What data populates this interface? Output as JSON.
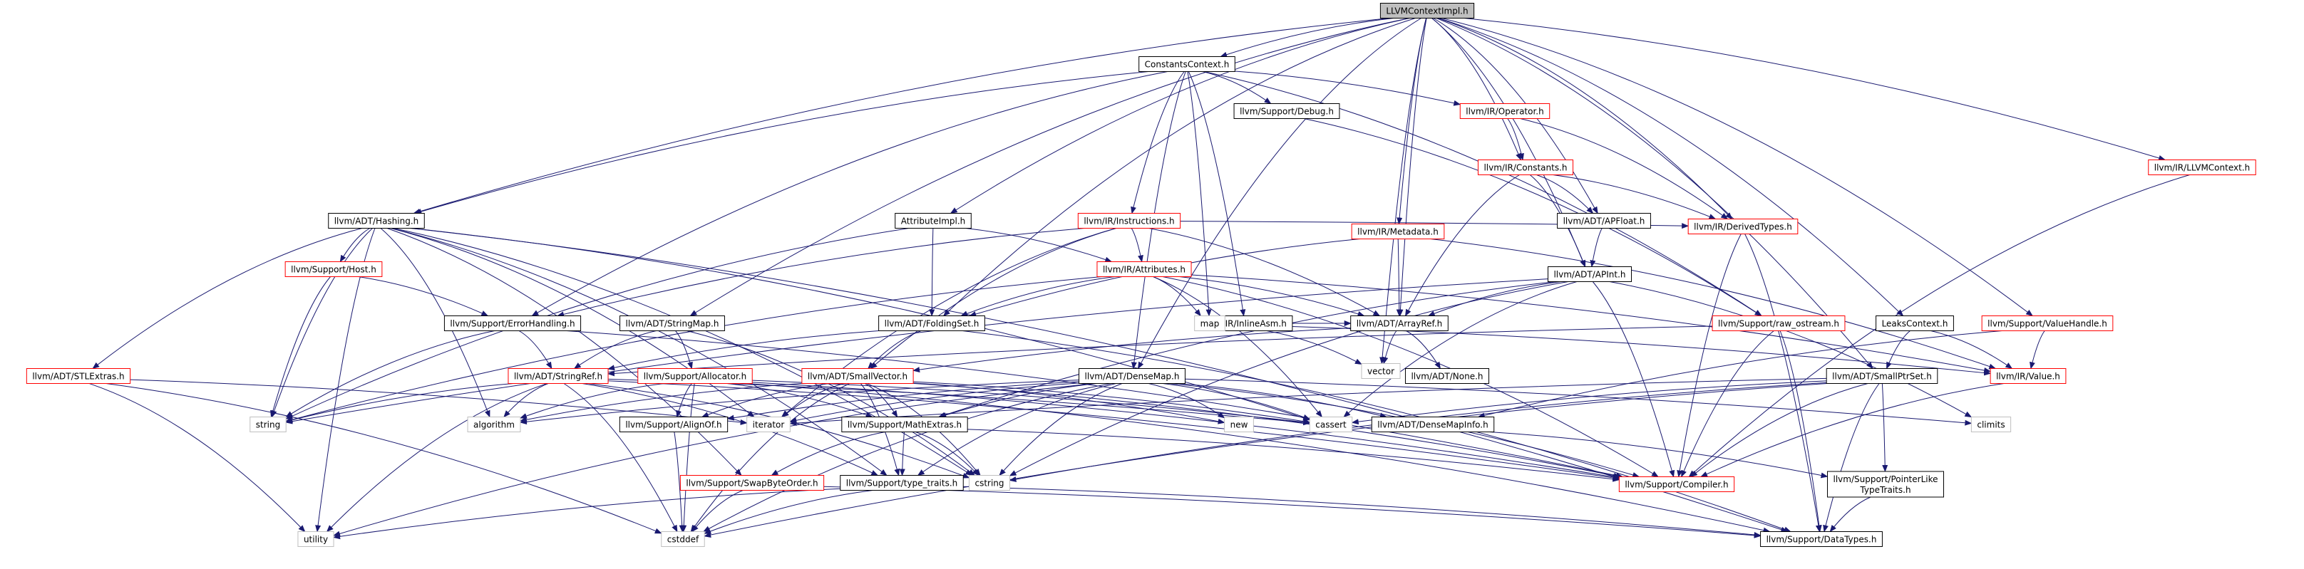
{
  "colors": {
    "edge": "#191970",
    "node_fill": "#ffffff",
    "node_border_normal": "#000000",
    "node_border_link": "#ff0000",
    "node_border_system": "#bfbfbf",
    "root_fill": "#bfbfbf",
    "text": "#000000"
  },
  "nodes": [
    {
      "id": "root",
      "label": "LLVMContextImpl.h",
      "kind": "root"
    },
    {
      "id": "constctx",
      "label": "ConstantsContext.h",
      "kind": "normal"
    },
    {
      "id": "debug",
      "label": "llvm/Support/Debug.h",
      "kind": "normal"
    },
    {
      "id": "operator",
      "label": "llvm/IR/Operator.h",
      "kind": "link"
    },
    {
      "id": "constants",
      "label": "llvm/IR/Constants.h",
      "kind": "link"
    },
    {
      "id": "apfloat",
      "label": "llvm/ADT/APFloat.h",
      "kind": "normal"
    },
    {
      "id": "apint",
      "label": "llvm/ADT/APInt.h",
      "kind": "normal"
    },
    {
      "id": "derived",
      "label": "llvm/IR/DerivedTypes.h",
      "kind": "link"
    },
    {
      "id": "hashing",
      "label": "llvm/ADT/Hashing.h",
      "kind": "normal"
    },
    {
      "id": "attrimpl",
      "label": "AttributeImpl.h",
      "kind": "normal"
    },
    {
      "id": "instructions",
      "label": "llvm/IR/Instructions.h",
      "kind": "link"
    },
    {
      "id": "attributes",
      "label": "llvm/IR/Attributes.h",
      "kind": "link"
    },
    {
      "id": "metadata",
      "label": "llvm/IR/Metadata.h",
      "kind": "link"
    },
    {
      "id": "host",
      "label": "llvm/Support/Host.h",
      "kind": "link"
    },
    {
      "id": "errhandling",
      "label": "llvm/Support/ErrorHandling.h",
      "kind": "normal"
    },
    {
      "id": "stringmap",
      "label": "llvm/ADT/StringMap.h",
      "kind": "normal"
    },
    {
      "id": "foldingset",
      "label": "llvm/ADT/FoldingSet.h",
      "kind": "normal"
    },
    {
      "id": "inlineasm",
      "label": "llvm/IR/InlineAsm.h",
      "kind": "normal"
    },
    {
      "id": "arrayref",
      "label": "llvm/ADT/ArrayRef.h",
      "kind": "normal"
    },
    {
      "id": "rawostream",
      "label": "llvm/Support/raw_ostream.h",
      "kind": "link"
    },
    {
      "id": "leaksctx",
      "label": "LeaksContext.h",
      "kind": "normal"
    },
    {
      "id": "valuehandle",
      "label": "llvm/Support/ValueHandle.h",
      "kind": "link"
    },
    {
      "id": "llvmctx",
      "label": "llvm/IR/LLVMContext.h",
      "kind": "link"
    },
    {
      "id": "stlextras",
      "label": "llvm/ADT/STLExtras.h",
      "kind": "link"
    },
    {
      "id": "stringref",
      "label": "llvm/ADT/StringRef.h",
      "kind": "link"
    },
    {
      "id": "allocator",
      "label": "llvm/Support/Allocator.h",
      "kind": "link"
    },
    {
      "id": "smallvector",
      "label": "llvm/ADT/SmallVector.h",
      "kind": "link"
    },
    {
      "id": "densemap",
      "label": "llvm/ADT/DenseMap.h",
      "kind": "normal"
    },
    {
      "id": "none",
      "label": "llvm/ADT/None.h",
      "kind": "normal"
    },
    {
      "id": "value",
      "label": "llvm/IR/Value.h",
      "kind": "link"
    },
    {
      "id": "smallptrset",
      "label": "llvm/ADT/SmallPtrSet.h",
      "kind": "normal"
    },
    {
      "id": "alignof",
      "label": "llvm/Support/AlignOf.h",
      "kind": "normal"
    },
    {
      "id": "mathextras",
      "label": "llvm/Support/MathExtras.h",
      "kind": "normal"
    },
    {
      "id": "densemapinfo",
      "label": "llvm/ADT/DenseMapInfo.h",
      "kind": "normal"
    },
    {
      "id": "swapbyte",
      "label": "llvm/Support/SwapByteOrder.h",
      "kind": "link"
    },
    {
      "id": "typetraits",
      "label": "llvm/Support/type_traits.h",
      "kind": "normal"
    },
    {
      "id": "compiler",
      "label": "llvm/Support/Compiler.h",
      "kind": "link"
    },
    {
      "id": "pointerlike",
      "label": "llvm/Support/PointerLike\nTypeTraits.h",
      "kind": "normal"
    },
    {
      "id": "datatypes",
      "label": "llvm/Support/DataTypes.h",
      "kind": "normal"
    },
    {
      "id": "map",
      "label": "map",
      "kind": "system"
    },
    {
      "id": "vector",
      "label": "vector",
      "kind": "system"
    },
    {
      "id": "string",
      "label": "string",
      "kind": "system"
    },
    {
      "id": "algorithm",
      "label": "algorithm",
      "kind": "system"
    },
    {
      "id": "iterator",
      "label": "iterator",
      "kind": "system"
    },
    {
      "id": "new",
      "label": "new",
      "kind": "system"
    },
    {
      "id": "cassert",
      "label": "cassert",
      "kind": "system"
    },
    {
      "id": "climits",
      "label": "climits",
      "kind": "system"
    },
    {
      "id": "cstring",
      "label": "cstring",
      "kind": "system"
    },
    {
      "id": "utility",
      "label": "utility",
      "kind": "system"
    },
    {
      "id": "cstddef",
      "label": "cstddef",
      "kind": "system"
    }
  ],
  "edges": [
    [
      "root",
      "constctx"
    ],
    [
      "root",
      "hashing"
    ],
    [
      "root",
      "attrimpl"
    ],
    [
      "root",
      "stringmap"
    ],
    [
      "root",
      "foldingset"
    ],
    [
      "root",
      "densemap"
    ],
    [
      "root",
      "metadata"
    ],
    [
      "root",
      "arrayref"
    ],
    [
      "root",
      "apint"
    ],
    [
      "root",
      "constants"
    ],
    [
      "root",
      "apfloat"
    ],
    [
      "root",
      "derived"
    ],
    [
      "root",
      "smallptrset"
    ],
    [
      "root",
      "leaksctx"
    ],
    [
      "root",
      "valuehandle"
    ],
    [
      "root",
      "llvmctx"
    ],
    [
      "root",
      "vector"
    ],
    [
      "constctx",
      "debug"
    ],
    [
      "constctx",
      "operator"
    ],
    [
      "constctx",
      "instructions"
    ],
    [
      "constctx",
      "inlineasm"
    ],
    [
      "constctx",
      "hashing"
    ],
    [
      "constctx",
      "densemap"
    ],
    [
      "constctx",
      "map"
    ],
    [
      "constctx",
      "rawostream"
    ],
    [
      "constctx",
      "errhandling"
    ],
    [
      "operator",
      "constants"
    ],
    [
      "operator",
      "derived"
    ],
    [
      "constants",
      "apfloat"
    ],
    [
      "constants",
      "apint"
    ],
    [
      "constants",
      "derived"
    ],
    [
      "constants",
      "arrayref"
    ],
    [
      "apfloat",
      "apint"
    ],
    [
      "apint",
      "arrayref"
    ],
    [
      "apint",
      "mathextras"
    ],
    [
      "apint",
      "compiler"
    ],
    [
      "apint",
      "cassert"
    ],
    [
      "apint",
      "climits"
    ],
    [
      "apint",
      "cstring"
    ],
    [
      "apint",
      "string"
    ],
    [
      "derived",
      "compiler"
    ],
    [
      "derived",
      "datatypes"
    ],
    [
      "debug",
      "rawostream"
    ],
    [
      "hashing",
      "host"
    ],
    [
      "hashing",
      "stlextras"
    ],
    [
      "hashing",
      "swapbyte"
    ],
    [
      "hashing",
      "typetraits"
    ],
    [
      "hashing",
      "algorithm"
    ],
    [
      "hashing",
      "cassert"
    ],
    [
      "hashing",
      "cstring"
    ],
    [
      "hashing",
      "iterator"
    ],
    [
      "hashing",
      "utility"
    ],
    [
      "hashing",
      "datatypes"
    ],
    [
      "hashing",
      "string"
    ],
    [
      "attrimpl",
      "attributes"
    ],
    [
      "attrimpl",
      "foldingset"
    ],
    [
      "attrimpl",
      "string"
    ],
    [
      "instructions",
      "attributes"
    ],
    [
      "instructions",
      "arrayref"
    ],
    [
      "instructions",
      "errhandling"
    ],
    [
      "instructions",
      "smallvector"
    ],
    [
      "instructions",
      "derived"
    ],
    [
      "instructions",
      "iterator"
    ],
    [
      "attributes",
      "arrayref"
    ],
    [
      "attributes",
      "foldingset"
    ],
    [
      "attributes",
      "map"
    ],
    [
      "attributes",
      "cassert"
    ],
    [
      "attributes",
      "string"
    ],
    [
      "attributes",
      "compiler"
    ],
    [
      "attributes",
      "value"
    ],
    [
      "metadata",
      "arrayref"
    ],
    [
      "metadata",
      "foldingset"
    ],
    [
      "metadata",
      "value"
    ],
    [
      "host",
      "errhandling"
    ],
    [
      "host",
      "string"
    ],
    [
      "errhandling",
      "stringref"
    ],
    [
      "errhandling",
      "compiler"
    ],
    [
      "errhandling",
      "string"
    ],
    [
      "stringmap",
      "stringref"
    ],
    [
      "stringmap",
      "allocator"
    ],
    [
      "stringmap",
      "cstring"
    ],
    [
      "foldingset",
      "smallvector"
    ],
    [
      "foldingset",
      "stringref"
    ],
    [
      "foldingset",
      "datatypes"
    ],
    [
      "inlineasm",
      "arrayref"
    ],
    [
      "inlineasm",
      "value"
    ],
    [
      "inlineasm",
      "vector"
    ],
    [
      "arrayref",
      "smallvector"
    ],
    [
      "arrayref",
      "none"
    ],
    [
      "arrayref",
      "vector"
    ],
    [
      "rawostream",
      "compiler"
    ],
    [
      "rawostream",
      "datatypes"
    ],
    [
      "rawostream",
      "stringref"
    ],
    [
      "leaksctx",
      "smallptrset"
    ],
    [
      "leaksctx",
      "value"
    ],
    [
      "valuehandle",
      "value"
    ],
    [
      "valuehandle",
      "densemapinfo"
    ],
    [
      "llvmctx",
      "compiler"
    ],
    [
      "stlextras",
      "cstddef"
    ],
    [
      "stlextras",
      "iterator"
    ],
    [
      "stlextras",
      "utility"
    ],
    [
      "stringref",
      "algorithm"
    ],
    [
      "stringref",
      "cassert"
    ],
    [
      "stringref",
      "cstring"
    ],
    [
      "stringref",
      "string"
    ],
    [
      "stringref",
      "utility"
    ],
    [
      "stringref",
      "typetraits"
    ],
    [
      "stringref",
      "compiler"
    ],
    [
      "stringref",
      "cstddef"
    ],
    [
      "allocator",
      "alignof"
    ],
    [
      "allocator",
      "mathextras"
    ],
    [
      "allocator",
      "algorithm"
    ],
    [
      "allocator",
      "cassert"
    ],
    [
      "allocator",
      "cstddef"
    ],
    [
      "allocator",
      "datatypes"
    ],
    [
      "allocator",
      "compiler"
    ],
    [
      "smallvector",
      "alignof"
    ],
    [
      "smallvector",
      "mathextras"
    ],
    [
      "smallvector",
      "typetraits"
    ],
    [
      "smallvector",
      "compiler"
    ],
    [
      "smallvector",
      "algorithm"
    ],
    [
      "smallvector",
      "cassert"
    ],
    [
      "smallvector",
      "cstddef"
    ],
    [
      "smallvector",
      "cstring"
    ],
    [
      "smallvector",
      "iterator"
    ],
    [
      "smallvector",
      "new"
    ],
    [
      "densemap",
      "alignof"
    ],
    [
      "densemap",
      "mathextras"
    ],
    [
      "densemap",
      "densemapinfo"
    ],
    [
      "densemap",
      "typetraits"
    ],
    [
      "densemap",
      "compiler"
    ],
    [
      "densemap",
      "algorithm"
    ],
    [
      "densemap",
      "cassert"
    ],
    [
      "densemap",
      "climits"
    ],
    [
      "densemap",
      "cstddef"
    ],
    [
      "densemap",
      "cstring"
    ],
    [
      "densemap",
      "iterator"
    ],
    [
      "densemap",
      "new"
    ],
    [
      "densemap",
      "utility"
    ],
    [
      "value",
      "compiler"
    ],
    [
      "smallptrset",
      "compiler"
    ],
    [
      "smallptrset",
      "datatypes"
    ],
    [
      "smallptrset",
      "pointerlike"
    ],
    [
      "smallptrset",
      "cassert"
    ],
    [
      "smallptrset",
      "cstddef"
    ],
    [
      "smallptrset",
      "cstring"
    ],
    [
      "smallptrset",
      "iterator"
    ],
    [
      "alignof",
      "cstddef"
    ],
    [
      "mathextras",
      "swapbyte"
    ],
    [
      "mathextras",
      "typetraits"
    ],
    [
      "mathextras",
      "compiler"
    ],
    [
      "mathextras",
      "cstring"
    ],
    [
      "densemapinfo",
      "pointerlike"
    ],
    [
      "swapbyte",
      "cstddef"
    ],
    [
      "swapbyte",
      "datatypes"
    ],
    [
      "typetraits",
      "cstddef"
    ],
    [
      "typetraits",
      "utility"
    ],
    [
      "typetraits",
      "datatypes"
    ],
    [
      "pointerlike",
      "datatypes"
    ]
  ]
}
